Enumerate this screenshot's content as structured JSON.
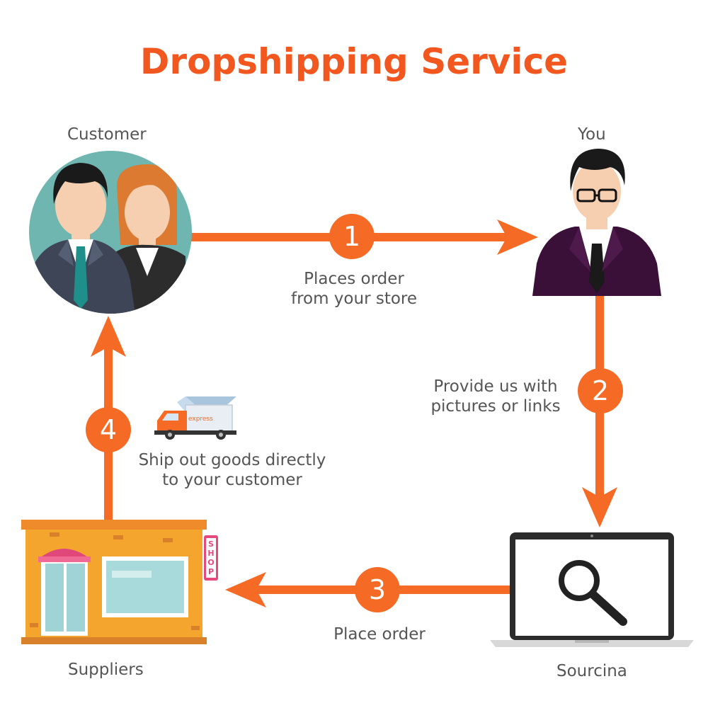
{
  "title": "Dropshipping Service",
  "nodes": {
    "customer": "Customer",
    "you": "You",
    "suppliers": "Suppliers",
    "sourcina": "Sourcina"
  },
  "steps": [
    {
      "number": "1",
      "line1": "Places order",
      "line2": "from your store"
    },
    {
      "number": "2",
      "line1": "Provide us with",
      "line2": "pictures or links"
    },
    {
      "number": "3",
      "line1": "Place order"
    },
    {
      "number": "4",
      "line1": "Ship out goods directly",
      "line2": "to your customer"
    }
  ],
  "truck_text": "express",
  "shop_sign": [
    "S",
    "H",
    "O",
    "P"
  ],
  "colors": {
    "accent": "#f56a24",
    "title": "#f2571f",
    "text": "#555555"
  }
}
